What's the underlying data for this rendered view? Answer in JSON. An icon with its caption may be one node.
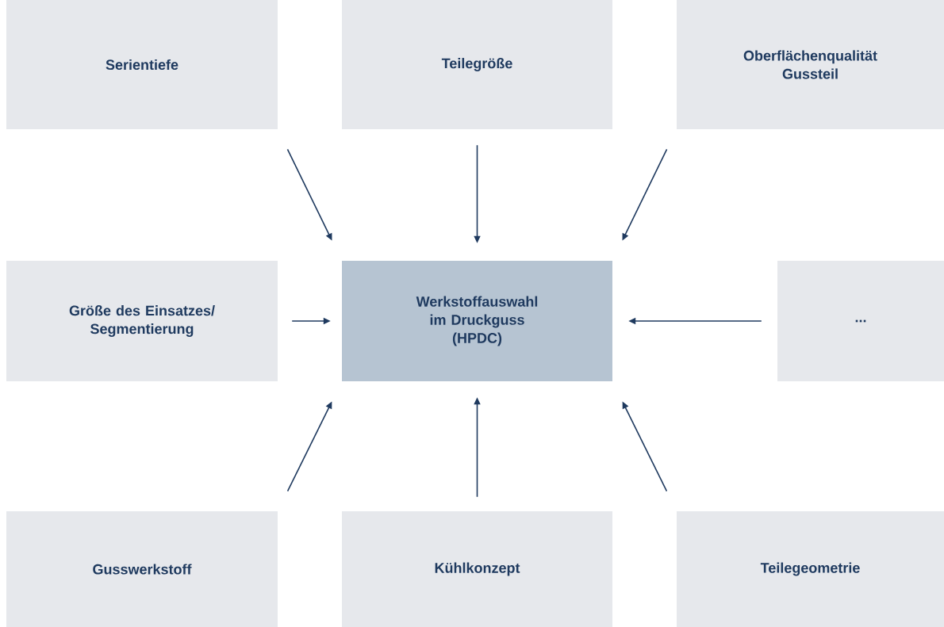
{
  "diagram": {
    "nodes": [
      {
        "text": [
          "Serientiefe"
        ]
      },
      {
        "text": [
          "Teilegröße"
        ]
      },
      {
        "text": [
          "Oberflächenqualität Gussteil"
        ]
      },
      {
        "text": [
          "Größe des Einsatzes/ Segmentierung"
        ]
      },
      {
        "text": [
          "Werkstoffauswahl im Druckguss (HPDC)"
        ]
      },
      {
        "text": [
          "..."
        ]
      },
      {
        "text": [
          "Gusswerkstoff"
        ]
      },
      {
        "text": [
          "Kühlkonzept"
        ]
      },
      {
        "text": [
          "Teilegeometrie"
        ]
      }
    ],
    "edges": [
      {
        "from": 0,
        "to": 4,
        "arrow": "to"
      },
      {
        "from": 1,
        "to": 4,
        "arrow": "to"
      },
      {
        "from": 2,
        "to": 4,
        "arrow": "to"
      },
      {
        "from": 3,
        "to": 4,
        "arrow": "to"
      },
      {
        "from": 5,
        "to": 4,
        "arrow": "to"
      },
      {
        "from": 6,
        "to": 4,
        "arrow": "to"
      },
      {
        "from": 7,
        "to": 4,
        "arrow": "to"
      },
      {
        "from": 8,
        "to": 4,
        "arrow": "to"
      }
    ]
  }
}
